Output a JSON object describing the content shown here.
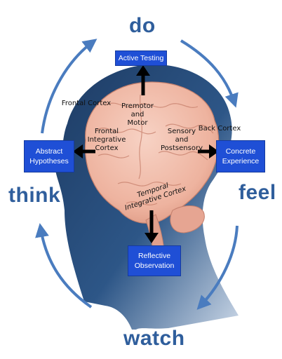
{
  "cycle_words": {
    "do": "do",
    "feel": "feel",
    "watch": "watch",
    "think": "think"
  },
  "boxes": {
    "active_testing": "Active Testing",
    "concrete_experience": "Concrete\nExperience",
    "reflective_observation": "Reflective\nObservation",
    "abstract_hypotheses": "Abstract\nHypotheses"
  },
  "brain_labels": {
    "frontal_cortex": "Frontal Cortex",
    "premotor_motor": "Premotor\nand\nMotor",
    "frontal_integrative": "Frontal\nIntegrative\nCortex",
    "sensory_postsensory": "Sensory\nand\nPostsensory",
    "back_cortex": "Back Cortex",
    "temporal_integrative": "Temporal\nIntegrative Cortex"
  },
  "colors": {
    "cycle_arrow": "#4a7cbf",
    "cycle_word": "#2f5e9c",
    "box_fill": "#1f4fd6",
    "head_dark": "#1d3b63",
    "head_light": "#8fa9c6",
    "brain": "#efb8a6"
  }
}
